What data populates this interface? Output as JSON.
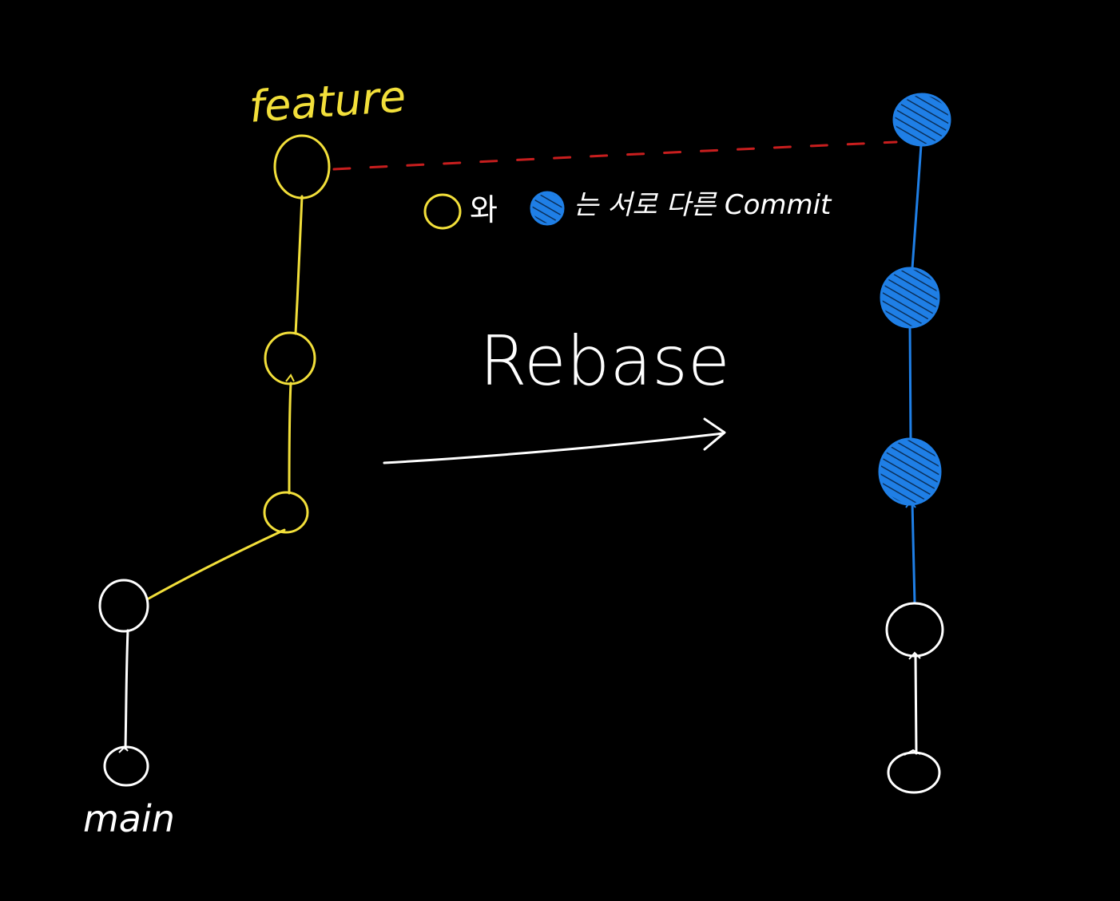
{
  "colors": {
    "background": "#000000",
    "feature": "#f2df3a",
    "rebased": "#1f7fe6",
    "main": "#ffffff",
    "dashed_link": "#c81e1e",
    "arrow": "#ffffff"
  },
  "labels": {
    "feature": "feature",
    "main": "main",
    "rebase": "Rebase",
    "legend_wa": "와",
    "legend_text": "는 서로 다른 Commit"
  },
  "left_graph": {
    "main_commits": 2,
    "feature_commits": 3
  },
  "right_graph": {
    "main_commits": 2,
    "rebased_commits": 3
  },
  "icons": {
    "legend_feature_commit": "hollow-yellow-circle",
    "legend_rebased_commit": "hatched-blue-circle",
    "rebase_arrow": "right-arrow"
  }
}
